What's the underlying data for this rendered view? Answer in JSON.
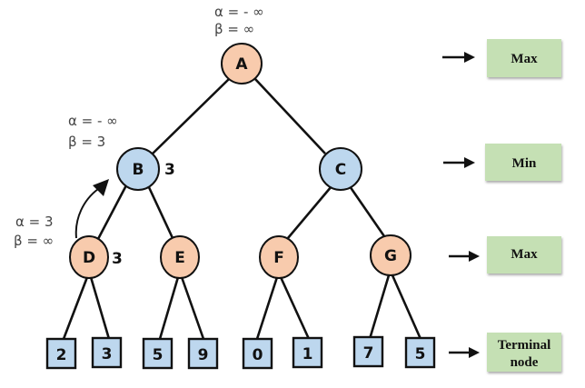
{
  "colors": {
    "max_node": "#f8cbad",
    "min_node": "#bdd7ee",
    "terminal": "#bdd7ee",
    "level_box": "#c5e0b4",
    "stroke": "#111111"
  },
  "annotations": {
    "A": {
      "alpha": "α = -  ∞",
      "beta": "β =    ∞"
    },
    "B": {
      "alpha": "α = - ∞",
      "beta": "β =   3"
    },
    "D": {
      "alpha": "α =  3",
      "beta": "β  = ∞"
    }
  },
  "nodes": {
    "A": {
      "label": "A",
      "type": "max"
    },
    "B": {
      "label": "B",
      "type": "min",
      "value": "3"
    },
    "C": {
      "label": "C",
      "type": "min"
    },
    "D": {
      "label": "D",
      "type": "max",
      "value": "3"
    },
    "E": {
      "label": "E",
      "type": "max"
    },
    "F": {
      "label": "F",
      "type": "max"
    },
    "G": {
      "label": "G",
      "type": "max"
    }
  },
  "terminals": [
    "2",
    "3",
    "5",
    "9",
    "0",
    "1",
    "7",
    "5"
  ],
  "levels": [
    {
      "label": "Max"
    },
    {
      "label": "Min"
    },
    {
      "label": "Max"
    },
    {
      "label_line1": "Terminal",
      "label_line2": "node"
    }
  ]
}
